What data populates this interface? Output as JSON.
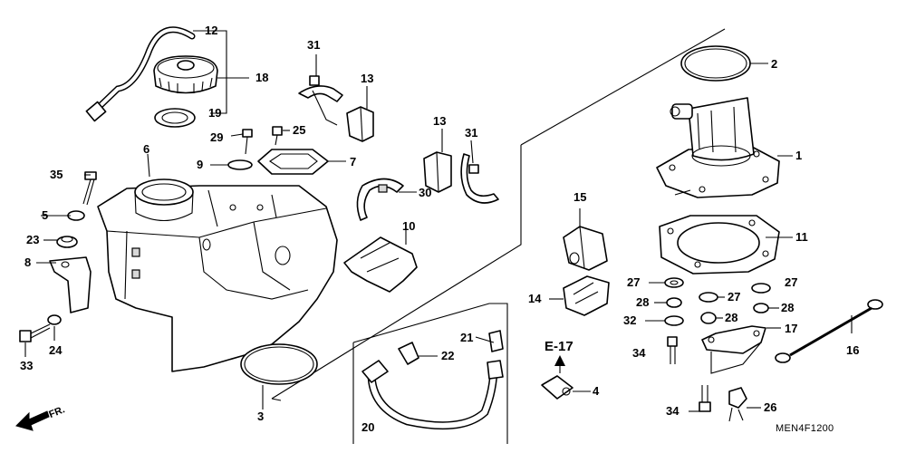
{
  "callouts": {
    "n1": "1",
    "n2": "2",
    "n3": "3",
    "n4": "4",
    "n5": "5",
    "n6": "6",
    "n7": "7",
    "n8": "8",
    "n9": "9",
    "n10": "10",
    "n11": "11",
    "n12": "12",
    "n13a": "13",
    "n13b": "13",
    "n14": "14",
    "n15": "15",
    "n16": "16",
    "n17": "17",
    "n18": "18",
    "n19": "19",
    "n20": "20",
    "n21": "21",
    "n22": "22",
    "n23": "23",
    "n24": "24",
    "n25": "25",
    "n26": "26",
    "n27a": "27",
    "n27b": "27",
    "n27c": "27",
    "n28a": "28",
    "n28b": "28",
    "n28c": "28",
    "n29": "29",
    "n30": "30",
    "n31a": "31",
    "n31b": "31",
    "n32": "32",
    "n33": "33",
    "n34a": "34",
    "n34b": "34",
    "n35": "35"
  },
  "reference": "E-17",
  "front_indicator": "FR.",
  "diagram_code": "MEN4F1200"
}
